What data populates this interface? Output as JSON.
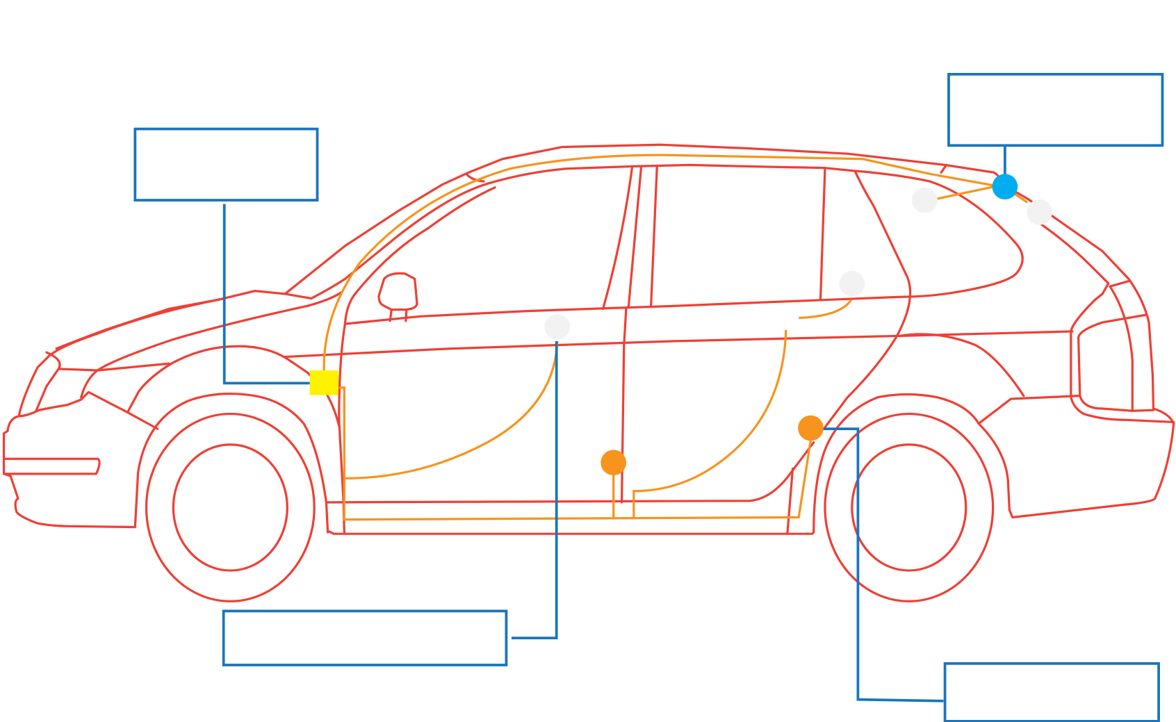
{
  "colors": {
    "car_outline": "#ee4036",
    "wiring": "#f7941d",
    "leader": "#1a75bc",
    "yellow_module": "#fff200",
    "blue_node": "#00adee",
    "orange_node": "#f7941d",
    "gray_node": "#f2f2f2"
  },
  "label_boxes": [
    {
      "id": "front-module-label",
      "text": ""
    },
    {
      "id": "rear-roof-node-label",
      "text": ""
    },
    {
      "id": "door-wiring-label",
      "text": ""
    },
    {
      "id": "rear-node-label",
      "text": ""
    }
  ]
}
